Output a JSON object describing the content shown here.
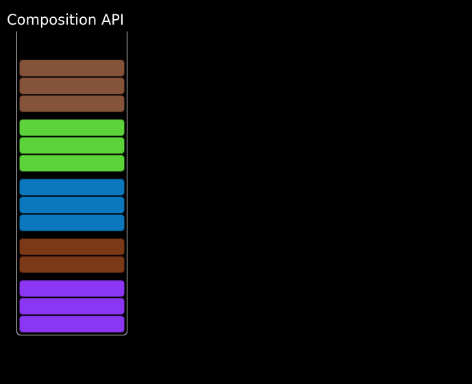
{
  "title": "Composition API",
  "palette": {
    "background": "#000000",
    "title_color": "#ffffff",
    "frame_border": "#cccccc",
    "bar_border": "rgba(0,0,0,0.55)"
  },
  "stack": {
    "groups": [
      {
        "name": "brown-group",
        "color": "#855339",
        "bar_count": 3
      },
      {
        "name": "green-group",
        "color": "#5BD339",
        "bar_count": 3
      },
      {
        "name": "blue-group",
        "color": "#0B78BE",
        "bar_count": 3
      },
      {
        "name": "rust-group",
        "color": "#7C3917",
        "bar_count": 2
      },
      {
        "name": "purple-group",
        "color": "#8B36F2",
        "bar_count": 3
      }
    ]
  }
}
